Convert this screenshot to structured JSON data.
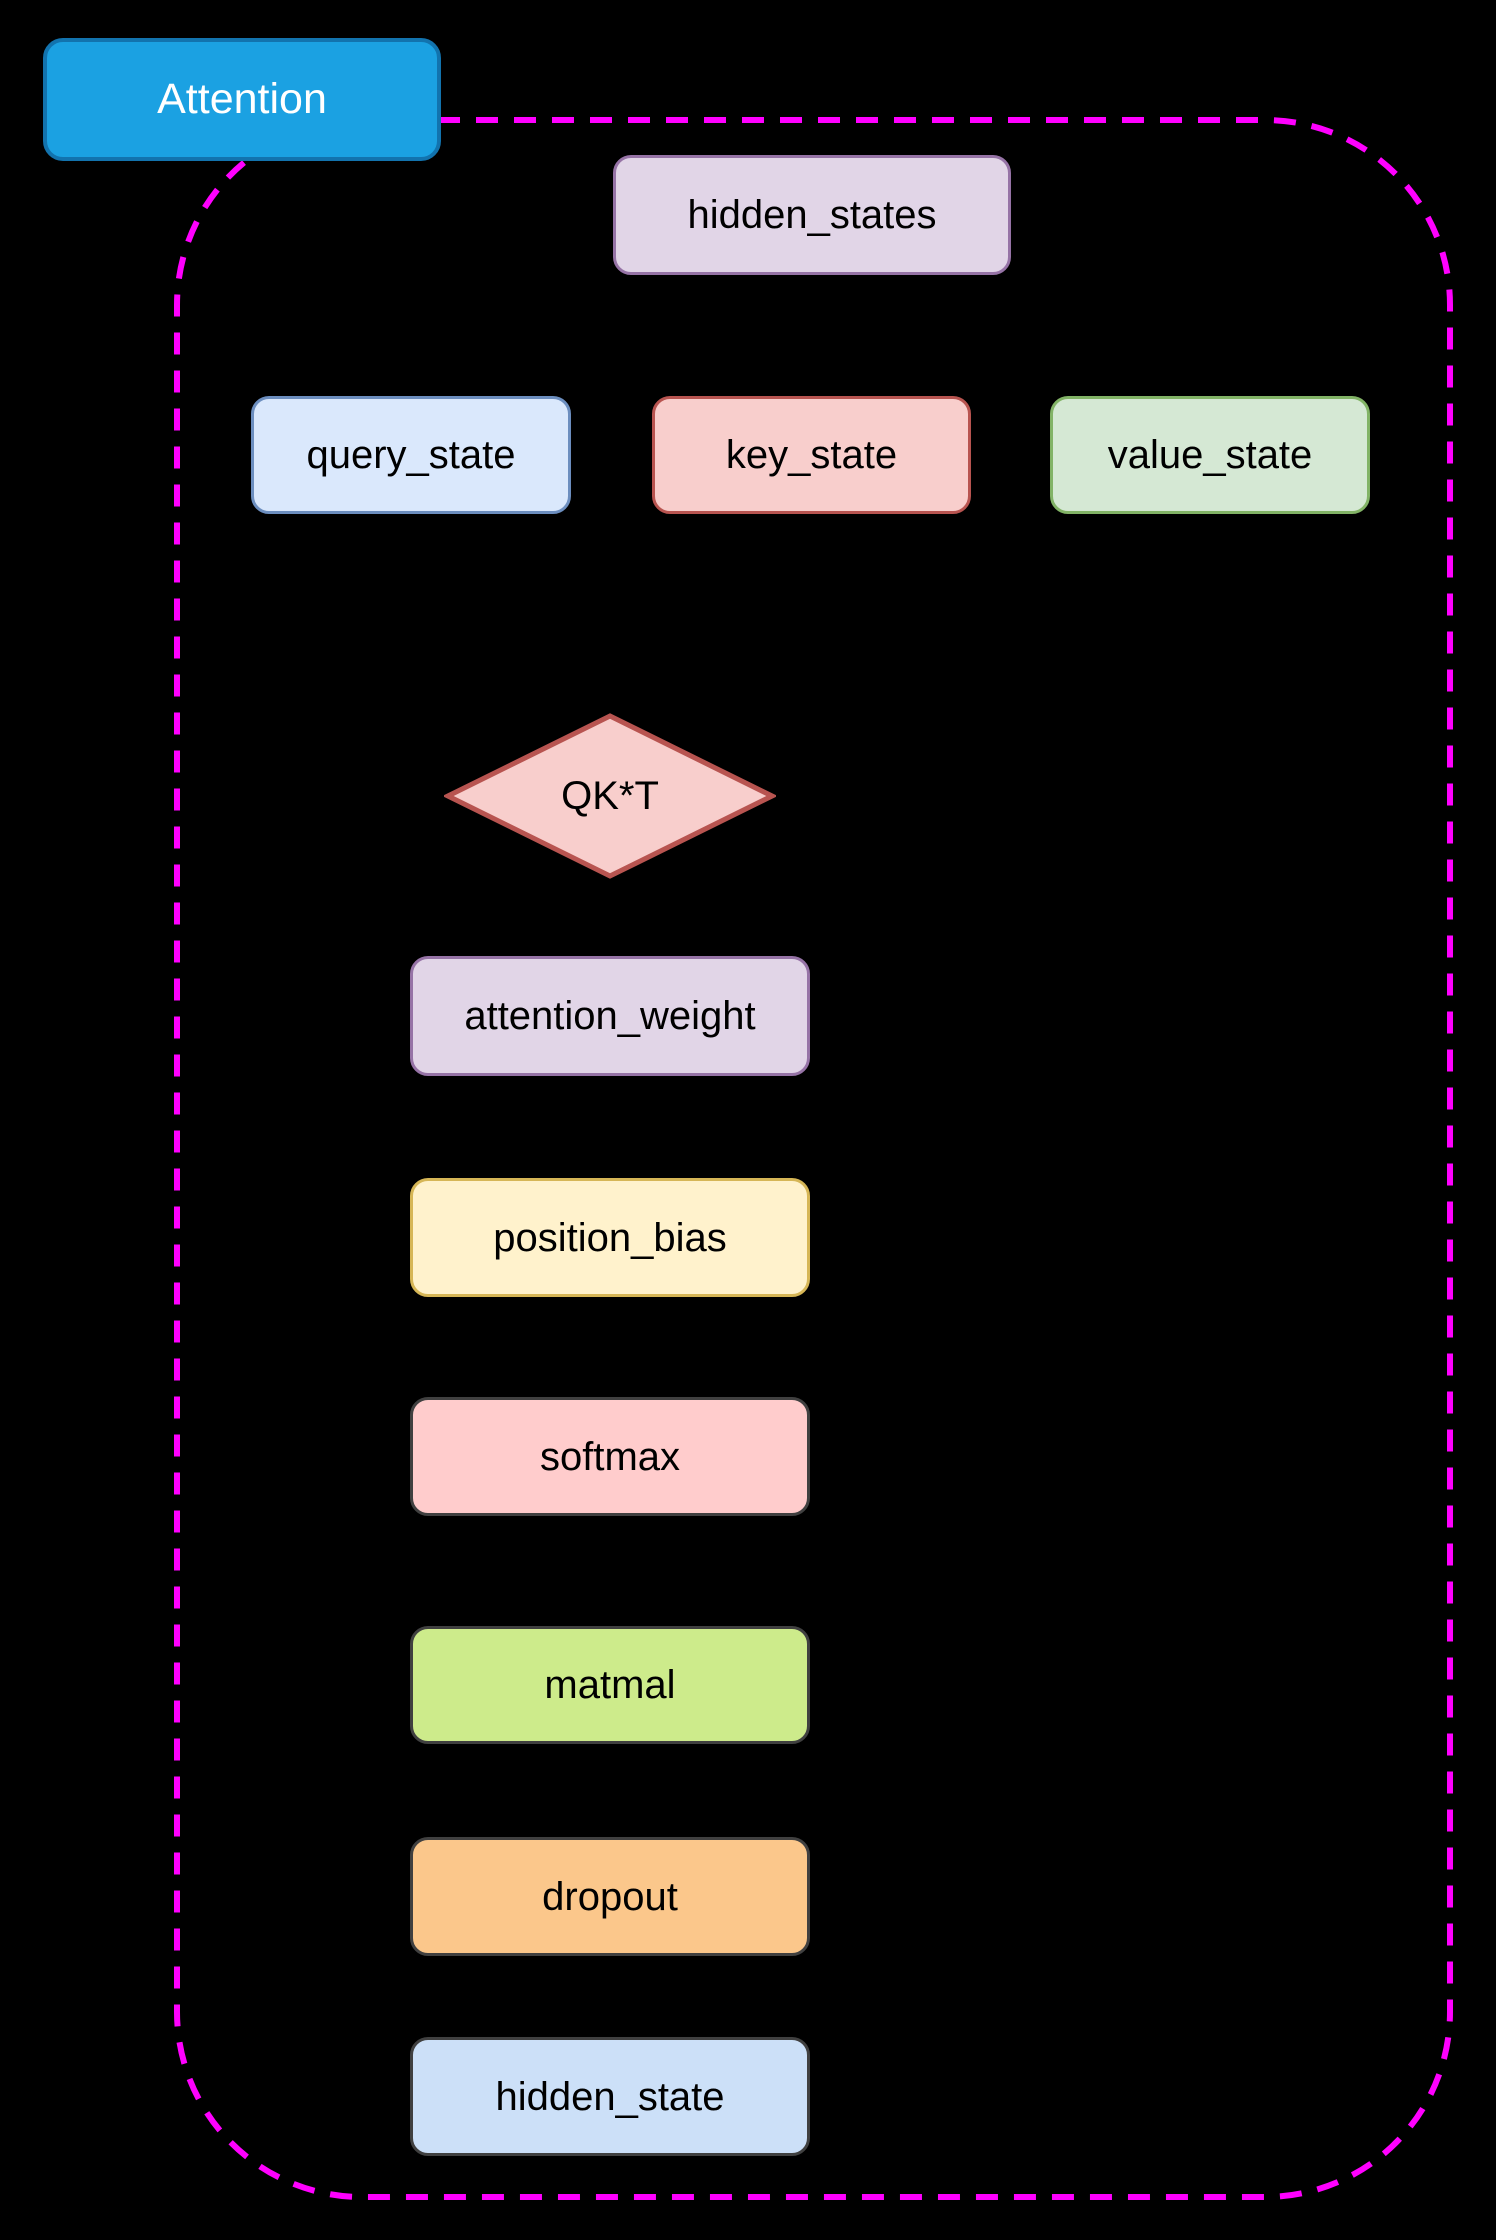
{
  "page": {
    "background": "#000000"
  },
  "group": {
    "name": "Attention",
    "border_color": "#FF00FF",
    "border_style": "dashed"
  },
  "title": {
    "label": "Attention",
    "fill": "#1BA1E2",
    "stroke": "#1273AE",
    "text_color": "#FFFFFF"
  },
  "nodes": {
    "hidden_states": {
      "label": "hidden_states",
      "shape": "rounded-rect",
      "fill": "#E1D5E7",
      "stroke": "#9673A6"
    },
    "query_state": {
      "label": "query_state",
      "shape": "rounded-rect",
      "fill": "#DAE8FC",
      "stroke": "#6C8EBF"
    },
    "key_state": {
      "label": "key_state",
      "shape": "rounded-rect",
      "fill": "#F8CECC",
      "stroke": "#B85450"
    },
    "value_state": {
      "label": "value_state",
      "shape": "rounded-rect",
      "fill": "#D5E8D4",
      "stroke": "#82B366"
    },
    "qk_t": {
      "label": "QK*T",
      "shape": "diamond",
      "fill": "#F8CECC",
      "stroke": "#B85450"
    },
    "attention_weight": {
      "label": "attention_weight",
      "shape": "rounded-rect",
      "fill": "#E1D5E7",
      "stroke": "#9673A6"
    },
    "position_bias": {
      "label": "position_bias",
      "shape": "rounded-rect",
      "fill": "#FFF2CC",
      "stroke": "#D6B656"
    },
    "softmax": {
      "label": "softmax",
      "shape": "rounded-rect",
      "fill": "#FFCCCC",
      "stroke": "#404040"
    },
    "matmal": {
      "label": "matmal",
      "shape": "rounded-rect",
      "fill": "#CDEB8B",
      "stroke": "#404040"
    },
    "dropout": {
      "label": "dropout",
      "shape": "rounded-rect",
      "fill": "#FBC78B",
      "stroke": "#404040"
    },
    "hidden_state": {
      "label": "hidden_state",
      "shape": "rounded-rect",
      "fill": "#CCE0F8",
      "stroke": "#404040"
    }
  }
}
